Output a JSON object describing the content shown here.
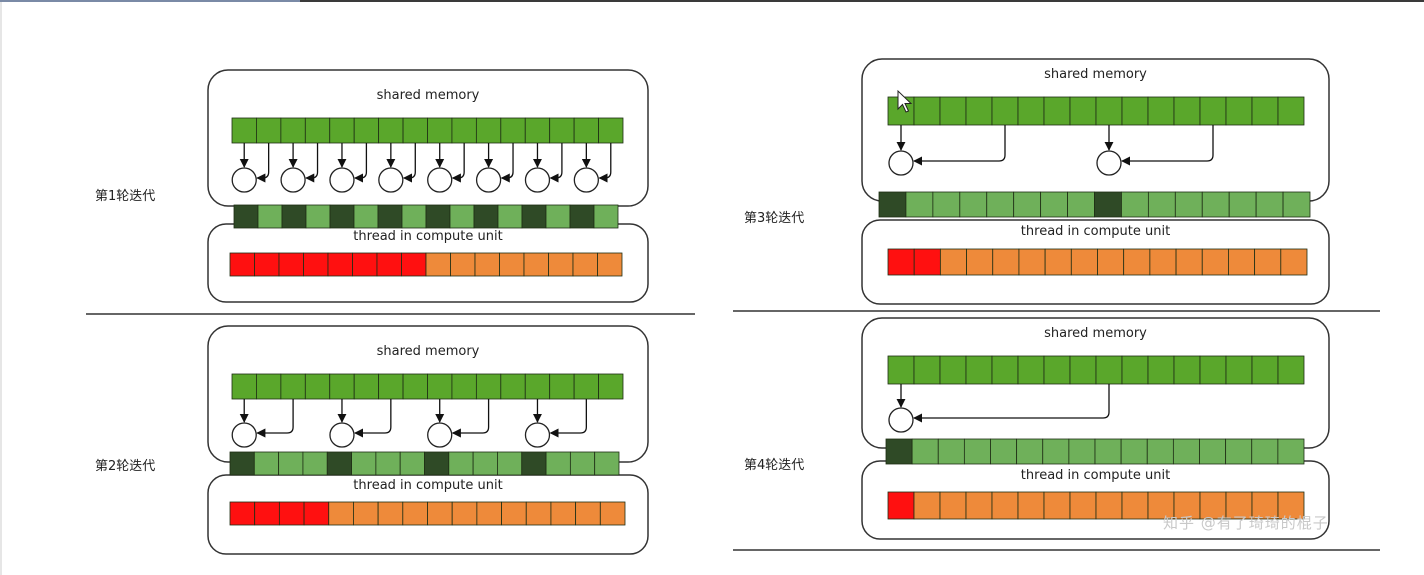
{
  "labels": {
    "shared_memory": "shared memory",
    "thread_unit": "thread in compute unit"
  },
  "rounds": [
    {
      "label": "第1轮迭代",
      "stride": 1,
      "active_threads": 8
    },
    {
      "label": "第2轮迭代",
      "stride": 2,
      "active_threads": 4
    },
    {
      "label": "第3轮迭代",
      "stride": 4,
      "active_threads": 2
    },
    {
      "label": "第4轮迭代",
      "stride": 8,
      "active_threads": 1
    }
  ],
  "cells_per_array": 16,
  "watermark": "知乎 @有了琦琦的棍子",
  "colors": {
    "shared_green": "#5aa72b",
    "dark_green": "#2f4a26",
    "light_green": "#6fb05a",
    "thread_red": "#ff1010",
    "thread_orange": "#ee8a3a"
  }
}
